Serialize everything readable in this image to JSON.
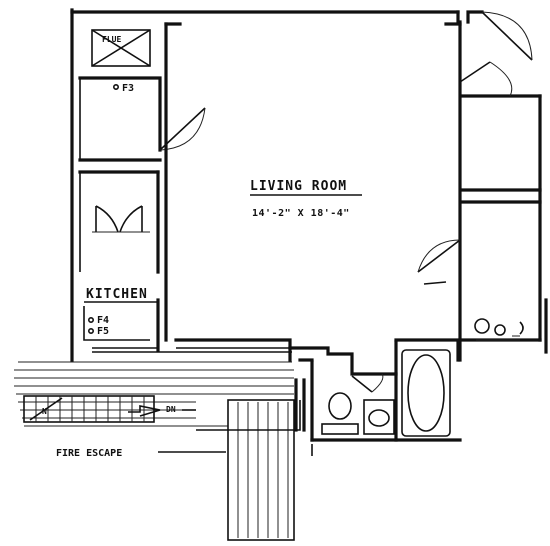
{
  "plan": {
    "living_room": {
      "name": "LIVING ROOM",
      "dimensions": "14'-2\" X 18'-4\""
    },
    "kitchen": {
      "name": "KITCHEN"
    },
    "flue": "FLUE",
    "fire_escape": "FIRE ESCAPE",
    "dn": "DN",
    "fixtures": {
      "f3_top": "F3",
      "f4": "F4",
      "f5": "F5"
    }
  }
}
